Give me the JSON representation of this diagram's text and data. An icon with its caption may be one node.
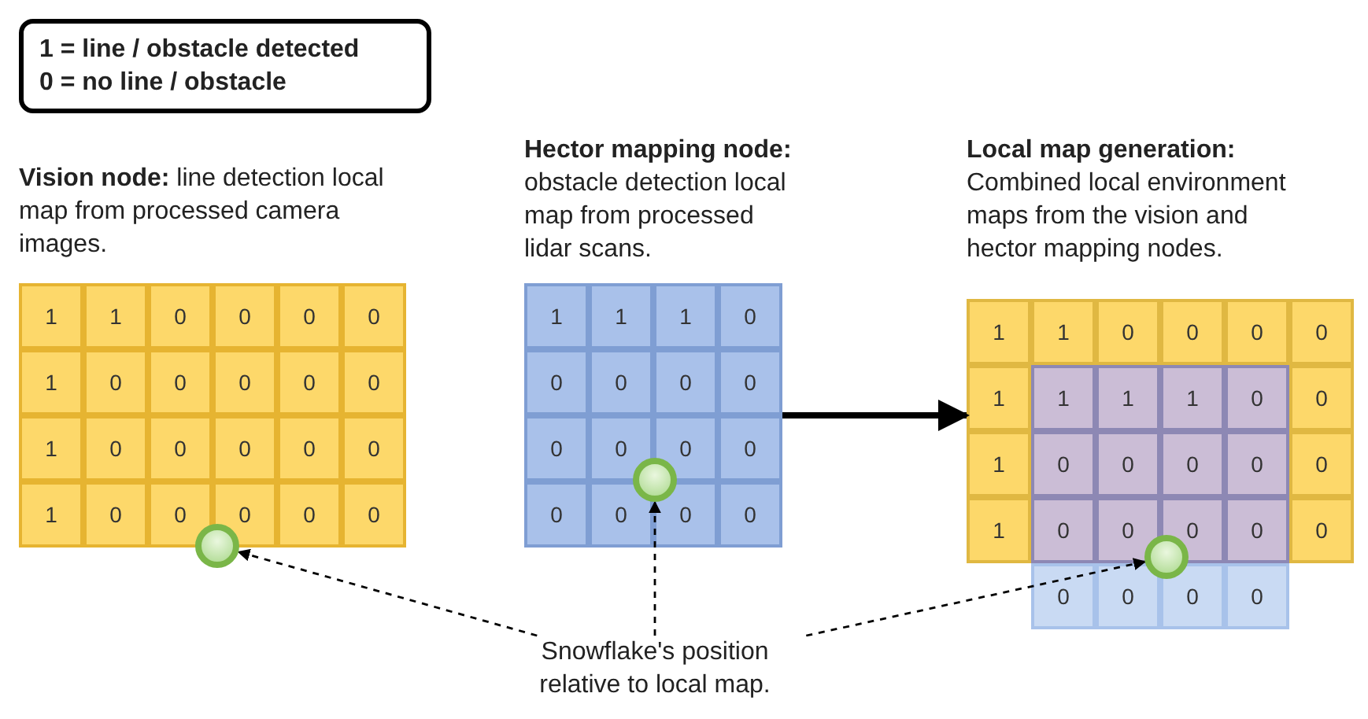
{
  "diagram": {
    "nodes": [
      {
        "text": [
          "1 = line / obstacle detected",
          "0 = no line / obstacle"
        ]
      },
      {
        "text": [
          "**Vision node:** line detection local map from processed camera images."
        ]
      },
      {
        "text": [
          "**Hector mapping node:** obstacle detection local map from processed lidar scans."
        ]
      },
      {
        "text": [
          "**Local map generation:** Combined local environment maps from the vision and hector mapping nodes."
        ]
      },
      {
        "text": [],
        "shape": "circle"
      },
      {
        "text": [],
        "shape": "circle",
        "in": 2
      },
      {
        "text": [],
        "shape": "circle",
        "in": 3
      },
      {
        "text": [
          "Snowflake's position relative to local map."
        ]
      }
    ],
    "edges": [
      {
        "from": 7,
        "to": 4,
        "arrow": "to",
        "style": "dashed"
      },
      {
        "from": 7,
        "to": 5,
        "arrow": "to",
        "style": "dashed"
      },
      {
        "from": 7,
        "to": 6,
        "arrow": "to",
        "style": "dashed"
      },
      {
        "from": 2,
        "to": 3,
        "arrow": "to",
        "style": "thick"
      }
    ],
    "labels": [
      "1",
      "1",
      "0",
      "0",
      "0",
      "0",
      "1",
      "0",
      "0",
      "0",
      "0",
      "0",
      "1",
      "0",
      "0",
      "0",
      "0",
      "0",
      "1",
      "0",
      "0",
      "0",
      "0",
      "0",
      "1",
      "1",
      "1",
      "0",
      "0",
      "0",
      "0",
      "0",
      "0",
      "0",
      "0",
      "0",
      "0",
      "0",
      "0",
      "0",
      "1",
      "1",
      "0",
      "0",
      "0",
      "0",
      "1",
      "1",
      "1",
      "1",
      "0",
      "0",
      "1",
      "0",
      "0",
      "0",
      "0",
      "0",
      "1",
      "0",
      "0",
      "0",
      "0",
      "0",
      "0",
      "0",
      "0",
      "0"
    ]
  }
}
